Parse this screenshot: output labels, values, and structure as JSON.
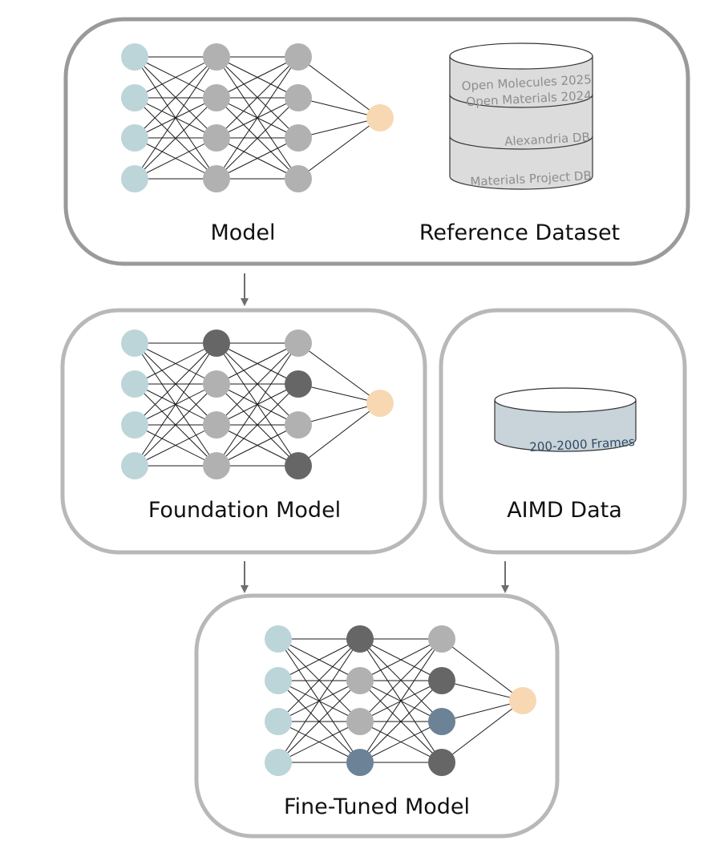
{
  "colors": {
    "input": "#bcd5d9",
    "hidden": "#b1b1b1",
    "hidden_dark": "#666666",
    "hidden_blue": "#6c8297",
    "output": "#f8d8b2",
    "panel_stroke_dark": "#9a9a9a",
    "panel_stroke_light": "#b8b8b8",
    "arrow": "#6e6e6e",
    "db_gray": "#dcdcdc",
    "db_blue": "#c8d3da",
    "db_text_gray": "#8d8d8d",
    "db_text_blue": "#2f4a63"
  },
  "panels": {
    "top": {
      "model_label": "Model",
      "dataset_label": "Reference Dataset",
      "datasets": [
        "Open Molecules 2025",
        "Open Materials 2024",
        "Alexandria DB",
        "Materials Project DB"
      ],
      "network_colors": [
        [
          "input",
          "input",
          "input",
          "input"
        ],
        [
          "hidden",
          "hidden",
          "hidden",
          "hidden"
        ],
        [
          "hidden",
          "hidden",
          "hidden",
          "hidden"
        ],
        [
          "output"
        ]
      ]
    },
    "foundation": {
      "label": "Foundation Model",
      "network_colors": [
        [
          "input",
          "input",
          "input",
          "input"
        ],
        [
          "hidden_dark",
          "hidden",
          "hidden",
          "hidden"
        ],
        [
          "hidden",
          "hidden_dark",
          "hidden",
          "hidden_dark"
        ],
        [
          "output"
        ]
      ]
    },
    "aimd": {
      "label": "AIMD Data",
      "frames_label": "200-2000 Frames"
    },
    "finetuned": {
      "label": "Fine-Tuned Model",
      "network_colors": [
        [
          "input",
          "input",
          "input",
          "input"
        ],
        [
          "hidden_dark",
          "hidden",
          "hidden",
          "hidden_blue"
        ],
        [
          "hidden",
          "hidden_dark",
          "hidden_blue",
          "hidden_dark"
        ],
        [
          "output"
        ]
      ]
    }
  }
}
